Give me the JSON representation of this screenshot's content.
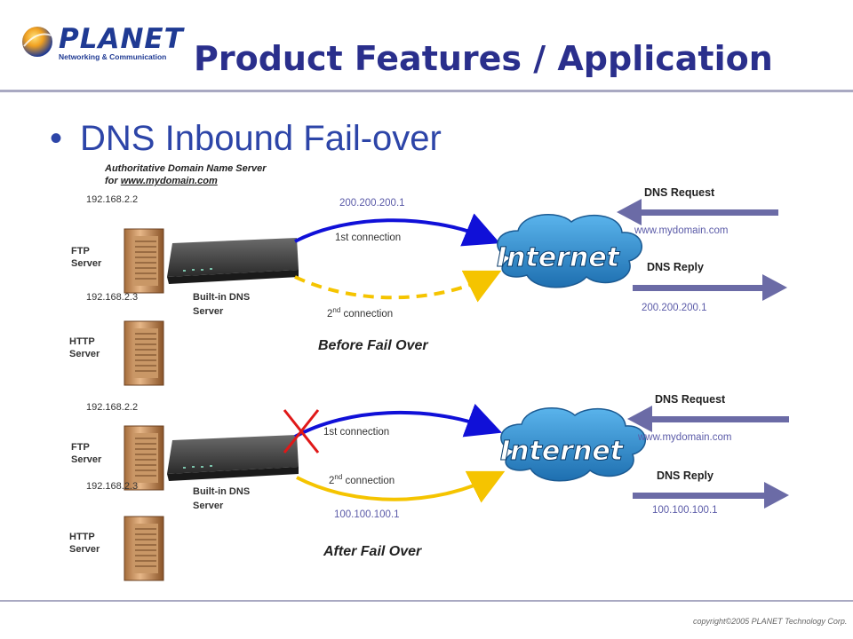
{
  "header": {
    "logo_text": "PLANET",
    "logo_sub": "Networking & Communication",
    "title": "Product Features / Application"
  },
  "bullet": "DNS Inbound Fail-over",
  "authority": {
    "line1": "Authoritative Domain Name Server",
    "line2_prefix": "for ",
    "line2_link": "www.mydomain.com"
  },
  "cloud_label": "Internet",
  "before": {
    "ip_ftp": "192.168.2.2",
    "ip_http": "192.168.2.3",
    "ftp_label": "FTP\nServer",
    "http_label": "HTTP\nServer",
    "router_label": "Built-in DNS\nServer",
    "wan_ip": "200.200.200.1",
    "conn1": "1st connection",
    "conn2_base": "2",
    "conn2_sup": "nd",
    "conn2_rest": " connection",
    "caption": "Before Fail Over",
    "dns_request": "DNS Request",
    "request_domain": "www.mydomain.com",
    "dns_reply": "DNS Reply",
    "reply_ip": "200.200.200.1"
  },
  "after": {
    "ip_ftp": "192.168.2.2",
    "ip_http": "192.168.2.3",
    "ftp_label": "FTP\nServer",
    "http_label": "HTTP\nServer",
    "router_label": "Built-in DNS\nServer",
    "conn1": "1st connection",
    "conn2_base": "2",
    "conn2_sup": "nd",
    "conn2_rest": " connection",
    "wan_ip": "100.100.100.1",
    "caption": "After Fail Over",
    "dns_request": "DNS Request",
    "request_domain": "www.mydomain.com",
    "dns_reply": "DNS Reply",
    "reply_ip": "100.100.100.1"
  },
  "footer": {
    "copyright": "copyright©2005 PLANET Technology Corp."
  },
  "colors": {
    "title": "#2a2f8c",
    "bullet": "#2d45a8",
    "primary_link": "#1010d8",
    "backup_link": "#f5c400",
    "fail_mark": "#e01818",
    "dns_arrow": "#6b6ba6",
    "cloud": "#2a84c8"
  }
}
